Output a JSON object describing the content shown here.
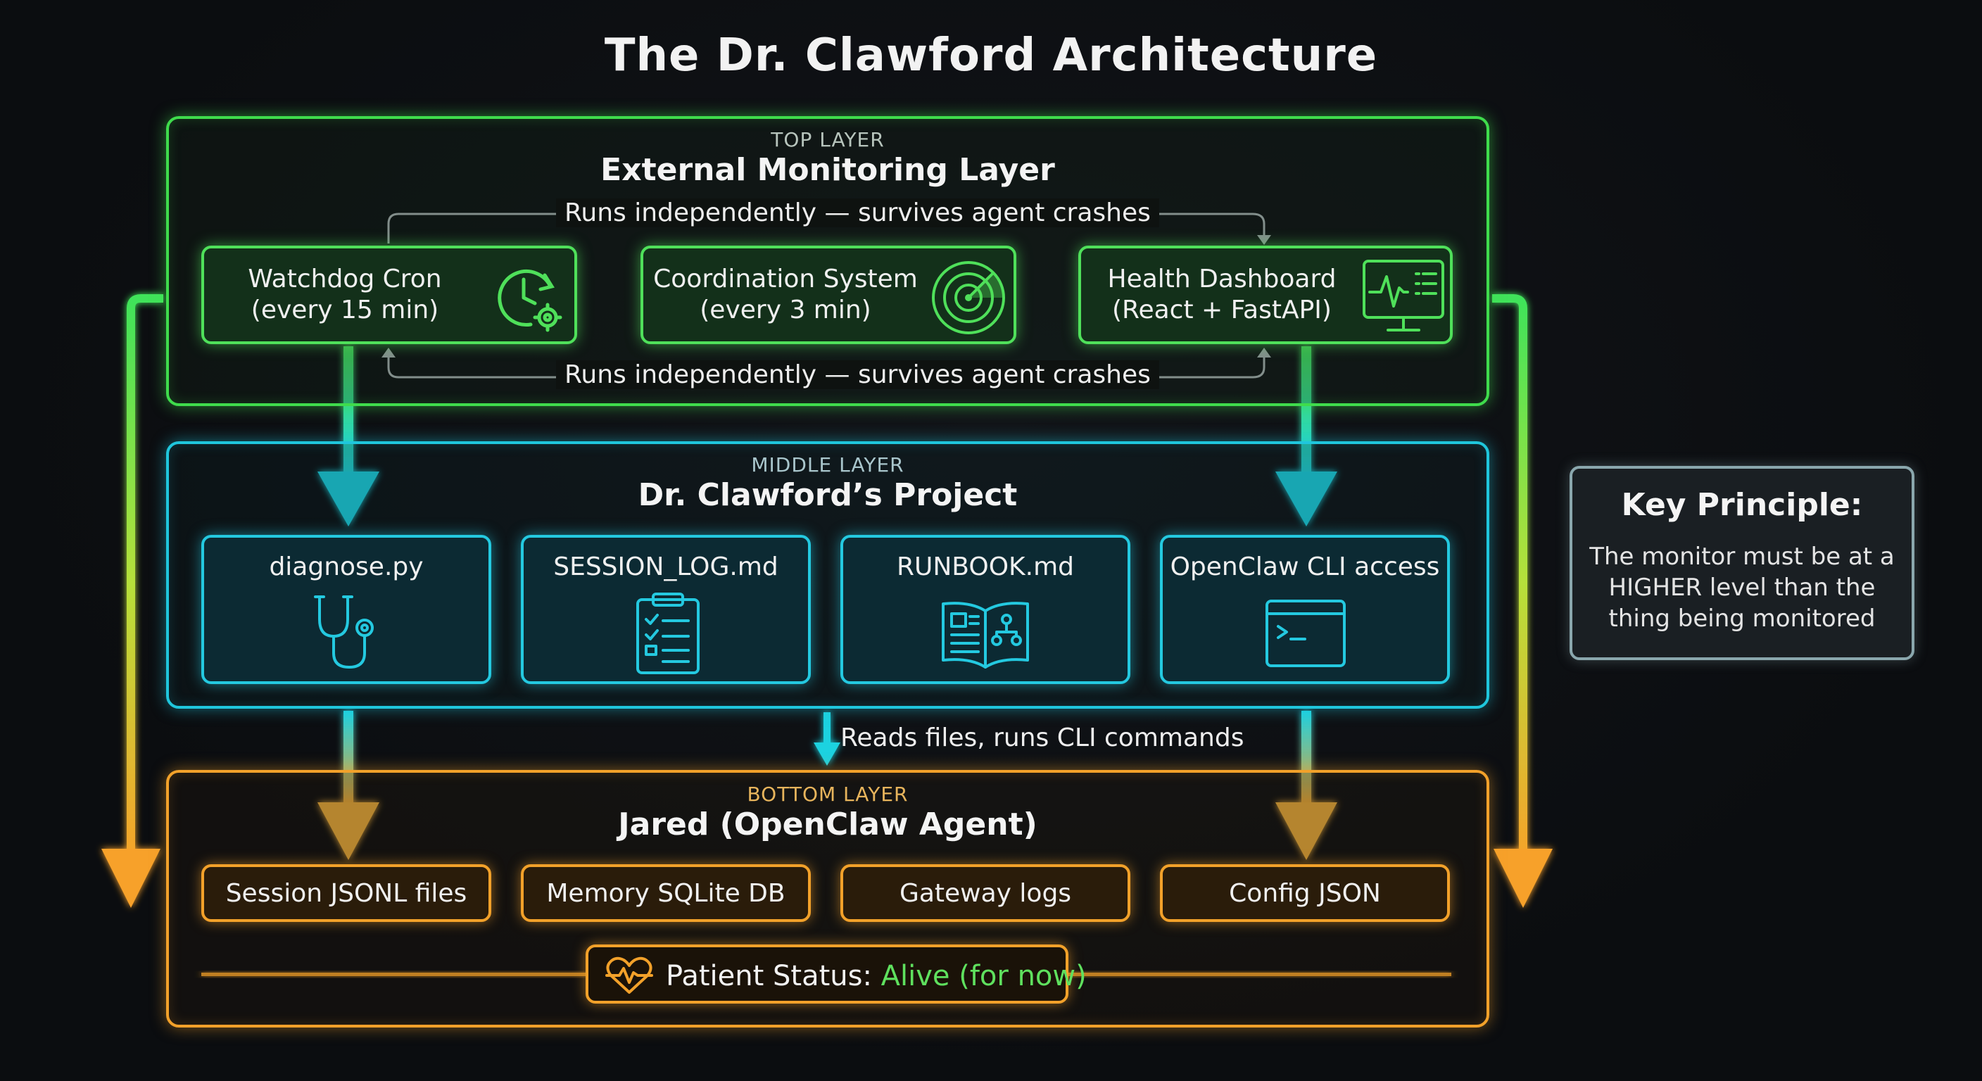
{
  "title": "The Dr. Clawford Architecture",
  "top_layer": {
    "tag": "TOP LAYER",
    "name": "External Monitoring Layer",
    "note_top": "Runs independently — survives agent crashes",
    "note_bottom": "Runs independently — survives agent crashes",
    "cards": [
      {
        "line1": "Watchdog Cron",
        "line2": "(every 15 min)",
        "icon": "clock-gear-icon"
      },
      {
        "line1": "Coordination System",
        "line2": "(every 3 min)",
        "icon": "radar-icon"
      },
      {
        "line1": "Health Dashboard",
        "line2": "(React + FastAPI)",
        "icon": "monitor-heartbeat-icon"
      }
    ]
  },
  "middle_layer": {
    "tag": "MIDDLE LAYER",
    "name": "Dr. Clawford’s Project",
    "cards": [
      {
        "label": "diagnose.py",
        "icon": "stethoscope-icon"
      },
      {
        "label": "SESSION_LOG.md",
        "icon": "clipboard-checklist-icon"
      },
      {
        "label": "RUNBOOK.md",
        "icon": "open-book-icon"
      },
      {
        "label": "OpenClaw CLI access",
        "icon": "terminal-icon"
      }
    ],
    "connector_note": "Reads files, runs CLI commands"
  },
  "bottom_layer": {
    "tag": "BOTTOM LAYER",
    "name": "Jared (OpenClaw Agent)",
    "items": [
      "Session JSONL files",
      "Memory SQLite DB",
      "Gateway logs",
      "Config JSON"
    ],
    "status": {
      "label": "Patient Status:",
      "value": "Alive (for now)",
      "icon": "heart-pulse-icon"
    }
  },
  "key_principle": {
    "title": "Key Principle:",
    "body": "The monitor must be at a HIGHER level than the thing being monitored"
  },
  "colors": {
    "top": "#3fdc4c",
    "middle": "#1fc6dc",
    "bottom": "#f2a12a",
    "status_value": "#5fe05e",
    "background": "#0b0d10"
  }
}
